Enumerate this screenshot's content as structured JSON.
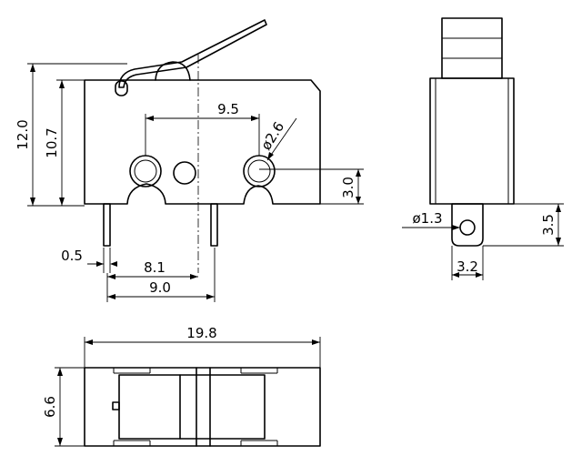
{
  "labels": {
    "dim_12_0": "12.0",
    "dim_10_7": "10.7",
    "dim_9_5": "9.5",
    "dim_2_6": "ø2.6",
    "dim_3_0": "3.0",
    "dim_0_5": "0.5",
    "dim_8_1": "8.1",
    "dim_9_0": "9.0",
    "dim_1_3": "ø1.3",
    "dim_3_5": "3.5",
    "dim_3_2": "3.2",
    "dim_19_8": "19.8",
    "dim_6_6": "6.6"
  }
}
